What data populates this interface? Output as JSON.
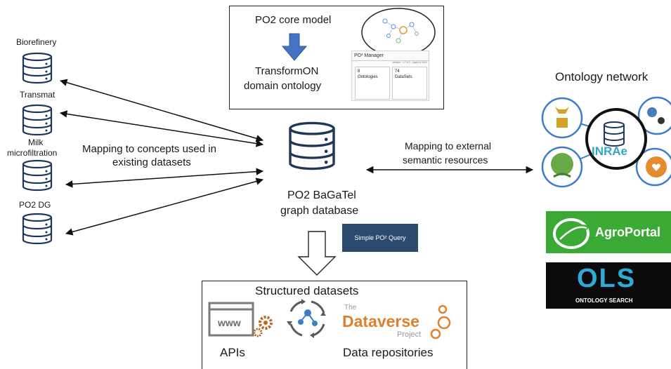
{
  "sources": {
    "biorefinery": "Biorefinery",
    "transmat": "Transmat",
    "milk_line1": "Milk",
    "milk_line2": "microfiltration",
    "po2dg": "PO2 DG"
  },
  "mapping_left": {
    "line1": "Mapping to concepts used in",
    "line2": "existing datasets"
  },
  "mapping_right": {
    "line1": "Mapping to external",
    "line2": "semantic resources"
  },
  "core_box": {
    "title": "PO2 core model",
    "sub_line1": "TransformON",
    "sub_line2": "domain ontology",
    "manager": {
      "title": "PO² Manager",
      "version": "Version : 1.7.6.2 – April 14 2021",
      "ontologies_count": "8",
      "ontologies_label": "Ontologies",
      "datasets_count": "74",
      "datasets_label": "DataSets"
    }
  },
  "center_db": {
    "line1": "PO2 BaGaTel",
    "line2": "graph database"
  },
  "query_button": "Simple PO² Query",
  "bottom_box": {
    "title": "Structured datasets",
    "apis_label": "APIs",
    "repos_label": "Data repositories",
    "www_text": "www",
    "dataverse_the": "The",
    "dataverse_name": "Dataverse",
    "dataverse_project": "Project"
  },
  "ontology_network": {
    "title": "Ontology network",
    "inrae": "INRAe"
  },
  "agroportal": "AgroPortal",
  "ols": {
    "logo": "OLS",
    "sub": "ONTOLOGY SEARCH"
  },
  "colors": {
    "db_navy": "#1f3559",
    "arrow_blue": "#4472c4",
    "query_bg": "#2c4a6e",
    "agro_green": "#3aaa35",
    "ols_cyan": "#2fa9d6",
    "dataverse_orange": "#e0802f",
    "network_blue": "#3d7cc9"
  }
}
